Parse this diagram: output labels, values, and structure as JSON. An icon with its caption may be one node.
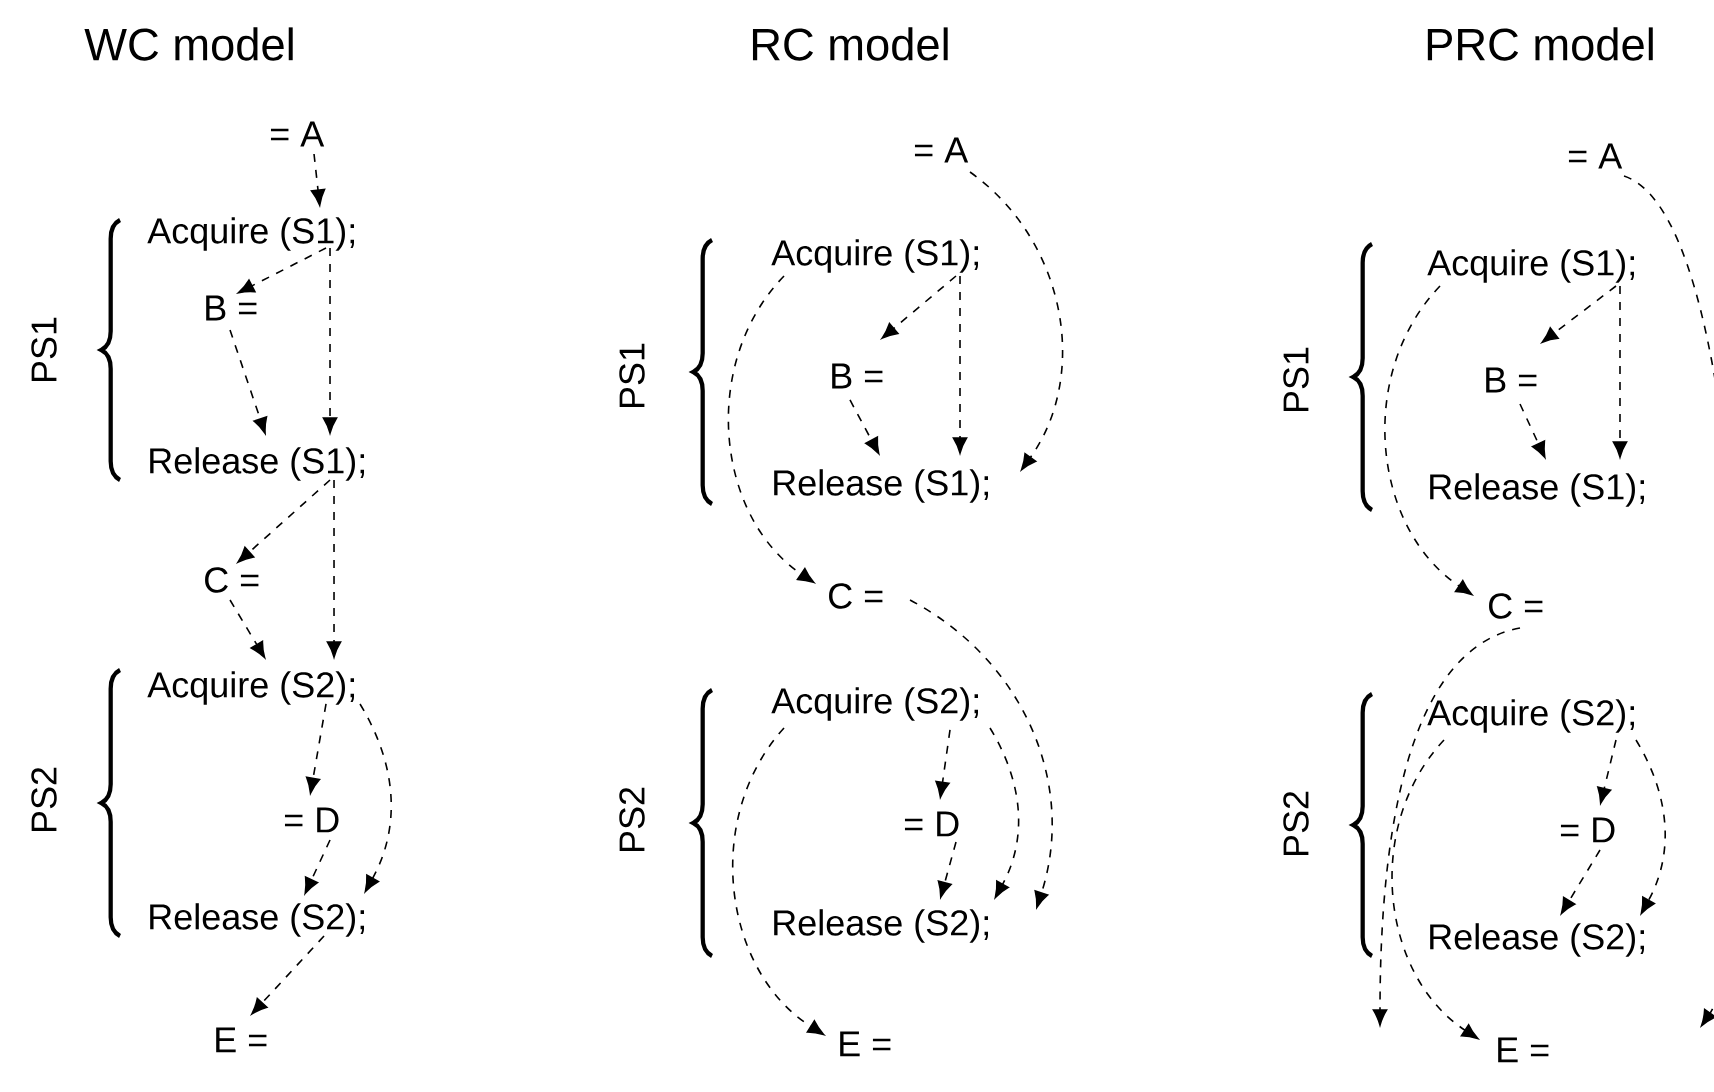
{
  "diagram": {
    "nodes": [
      {
        "text": [
          "= A"
        ]
      },
      {
        "text": [
          "Acquire (S1);"
        ]
      },
      {
        "text": [
          "B ="
        ]
      },
      {
        "text": [
          "Release (S1);"
        ]
      },
      {
        "text": [
          "C ="
        ]
      },
      {
        "text": [
          "Acquire (S2);"
        ]
      },
      {
        "text": [
          "= D"
        ]
      },
      {
        "text": [
          "Release (S2);"
        ]
      },
      {
        "text": [
          "E ="
        ]
      },
      {
        "text": [
          "= A"
        ]
      },
      {
        "text": [
          "Acquire (S1);"
        ]
      },
      {
        "text": [
          "B ="
        ]
      },
      {
        "text": [
          "Release (S1);"
        ]
      },
      {
        "text": [
          "C ="
        ]
      },
      {
        "text": [
          "Acquire (S2);"
        ]
      },
      {
        "text": [
          "= D"
        ]
      },
      {
        "text": [
          "Release (S2);"
        ]
      },
      {
        "text": [
          "E ="
        ]
      },
      {
        "text": [
          "= A"
        ]
      },
      {
        "text": [
          "Acquire (S1);"
        ]
      },
      {
        "text": [
          "B ="
        ]
      },
      {
        "text": [
          "Release (S1);"
        ]
      },
      {
        "text": [
          "C ="
        ]
      },
      {
        "text": [
          "Acquire (S2);"
        ]
      },
      {
        "text": [
          "= D"
        ]
      },
      {
        "text": [
          "Release (S2);"
        ]
      },
      {
        "text": [
          "E ="
        ]
      }
    ],
    "edges": [
      {
        "from": 0,
        "to": 1,
        "arrow": "to"
      },
      {
        "from": 1,
        "to": 2,
        "arrow": "to"
      },
      {
        "from": 1,
        "to": 3,
        "arrow": "to"
      },
      {
        "from": 2,
        "to": 3,
        "arrow": "to"
      },
      {
        "from": 3,
        "to": 4,
        "arrow": "to"
      },
      {
        "from": 3,
        "to": 5,
        "arrow": "to"
      },
      {
        "from": 4,
        "to": 5,
        "arrow": "to"
      },
      {
        "from": 5,
        "to": 6,
        "arrow": "to"
      },
      {
        "from": 5,
        "to": 7,
        "arrow": "to"
      },
      {
        "from": 6,
        "to": 7,
        "arrow": "to"
      },
      {
        "from": 7,
        "to": 8,
        "arrow": "to"
      },
      {
        "from": 9,
        "to": 12,
        "arrow": "to"
      },
      {
        "from": 10,
        "to": 11,
        "arrow": "to"
      },
      {
        "from": 10,
        "to": 12,
        "arrow": "to"
      },
      {
        "from": 11,
        "to": 12,
        "arrow": "to"
      },
      {
        "from": 10,
        "to": 13,
        "arrow": "to"
      },
      {
        "from": 13,
        "to": 16,
        "arrow": "to"
      },
      {
        "from": 14,
        "to": 15,
        "arrow": "to"
      },
      {
        "from": 14,
        "to": 16,
        "arrow": "to"
      },
      {
        "from": 15,
        "to": 16,
        "arrow": "to"
      },
      {
        "from": 14,
        "to": 17,
        "arrow": "to"
      },
      {
        "from": 18,
        "to": null,
        "arrow": "to"
      },
      {
        "from": 19,
        "to": 20,
        "arrow": "to"
      },
      {
        "from": 19,
        "to": 21,
        "arrow": "to"
      },
      {
        "from": 20,
        "to": 21,
        "arrow": "to"
      },
      {
        "from": 19,
        "to": 22,
        "arrow": "to"
      },
      {
        "from": 22,
        "to": null,
        "arrow": "to"
      },
      {
        "from": 23,
        "to": 24,
        "arrow": "to"
      },
      {
        "from": 23,
        "to": 25,
        "arrow": "to"
      },
      {
        "from": 24,
        "to": 25,
        "arrow": "to"
      },
      {
        "from": 23,
        "to": 26,
        "arrow": "to"
      }
    ],
    "labels": [
      "WC model",
      "RC model",
      "PRC model",
      "PS1",
      "PS2",
      "PS1",
      "PS2",
      "PS1",
      "PS2"
    ]
  }
}
